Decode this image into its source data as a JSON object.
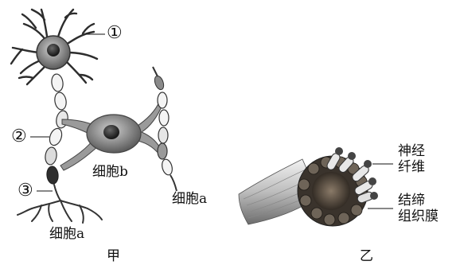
{
  "figure_a": {
    "marker_1": "①",
    "marker_2": "②",
    "marker_3": "③",
    "cell_b": "细胞b",
    "cell_a_right": "细胞a",
    "cell_a_left": "细胞a",
    "panel_label": "甲"
  },
  "figure_b": {
    "nerve_fiber": [
      "神经",
      "纤维"
    ],
    "connective_tissue": [
      "结缔",
      "组织膜"
    ],
    "panel_label": "乙"
  }
}
